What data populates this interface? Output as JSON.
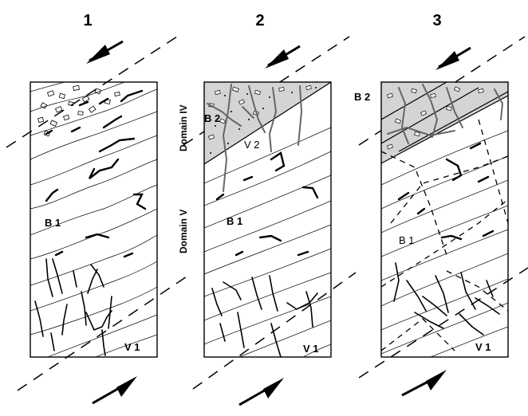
{
  "stages": [
    {
      "number": "1",
      "labels": {
        "b1": "B 1",
        "v1": "V 1"
      }
    },
    {
      "number": "2",
      "labels": {
        "b2": "B 2",
        "v2": "V 2",
        "b1": "B 1",
        "v1": "V 1"
      }
    },
    {
      "number": "3",
      "labels": {
        "b2": "B 2",
        "b1": "B 1",
        "v1": "V 1"
      }
    }
  ],
  "domains": {
    "upper": "Domain IV",
    "lower": "Domain V"
  },
  "colors": {
    "ink": "#000000",
    "shade": "#d4d4d4",
    "vein": "#666666",
    "guide": "#555555"
  },
  "icons": {
    "shear_arrow": "half-arrow-icon"
  }
}
